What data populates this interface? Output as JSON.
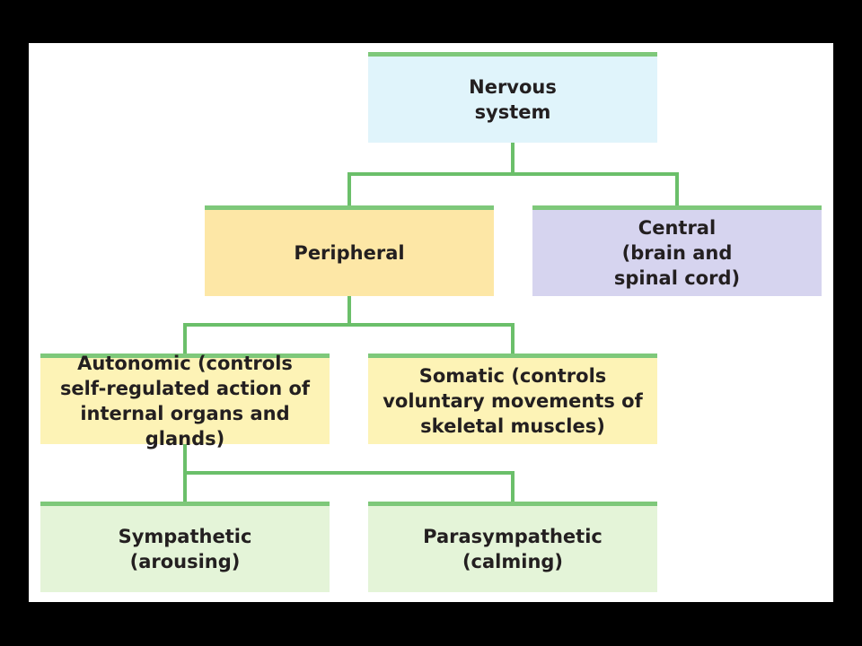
{
  "diagram": {
    "colors": {
      "connector": "#6bbf6a",
      "top_border": "#7ec87a",
      "nervous_fill": "#e0f4fb",
      "peripheral_fill": "#fde7a6",
      "central_fill": "#d6d4ef",
      "division_fill": "#fdf3b6",
      "branch_fill": "#e4f4d8"
    },
    "nodes": {
      "nervous": {
        "label": "Nervous\nsystem"
      },
      "peripheral": {
        "label": "Peripheral"
      },
      "central": {
        "label": "Central\n(brain and\nspinal cord)"
      },
      "autonomic": {
        "label": "Autonomic (controls\nself-regulated action of\ninternal organs and glands)"
      },
      "somatic": {
        "label": "Somatic (controls\nvoluntary movements of\nskeletal muscles)"
      },
      "sympathetic": {
        "label": "Sympathetic\n(arousing)"
      },
      "parasympathetic": {
        "label": "Parasympathetic\n(calming)"
      }
    },
    "edges": [
      [
        "nervous",
        "peripheral"
      ],
      [
        "nervous",
        "central"
      ],
      [
        "peripheral",
        "autonomic"
      ],
      [
        "peripheral",
        "somatic"
      ],
      [
        "autonomic",
        "sympathetic"
      ],
      [
        "autonomic",
        "parasympathetic"
      ]
    ]
  }
}
